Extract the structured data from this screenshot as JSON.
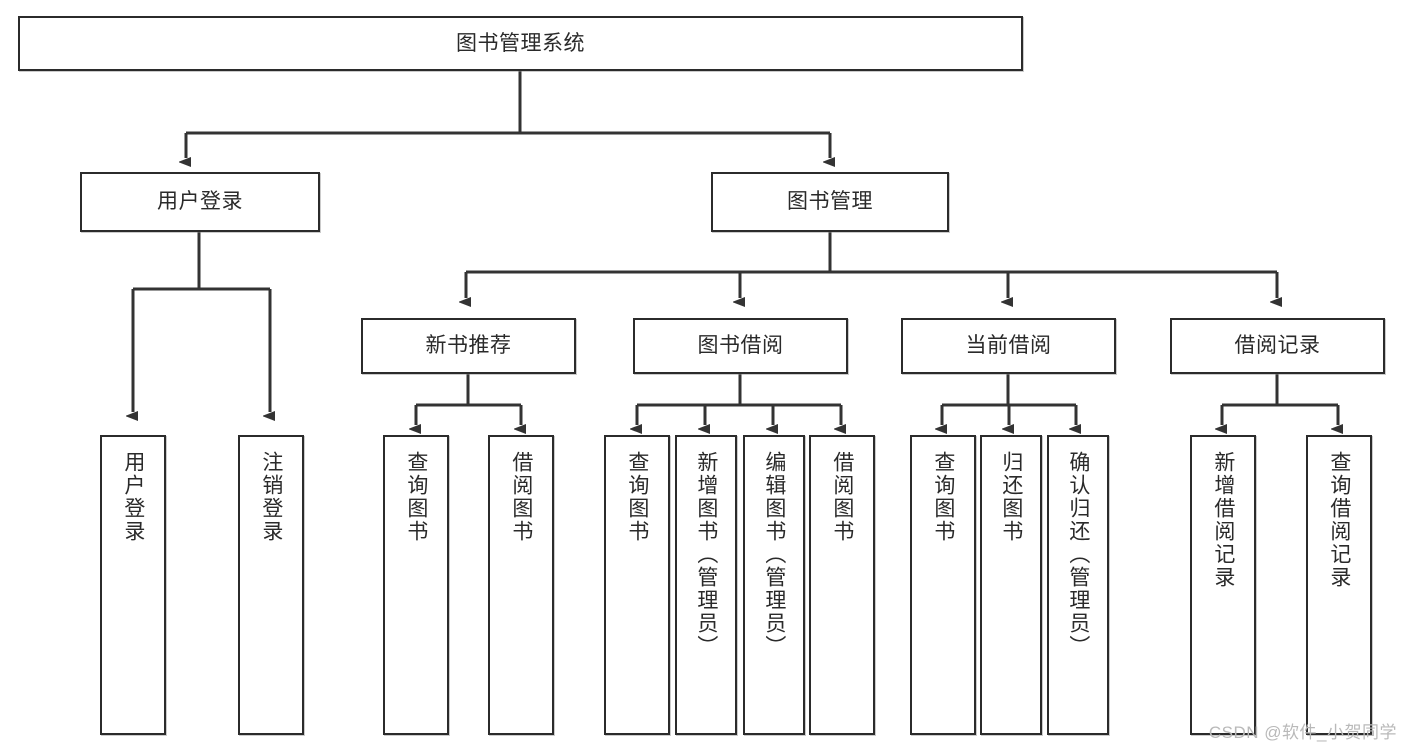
{
  "diagram": {
    "title": "图书管理系统",
    "watermark": "CSDN @软件_小贺同学",
    "root": {
      "id": "root",
      "label": "图书管理系统"
    },
    "level1": [
      {
        "id": "user-login",
        "label": "用户登录"
      },
      {
        "id": "book-management",
        "label": "图书管理"
      }
    ],
    "level2": [
      {
        "id": "new-book-recommend",
        "label": "新书推荐"
      },
      {
        "id": "book-borrow",
        "label": "图书借阅"
      },
      {
        "id": "current-borrow",
        "label": "当前借阅"
      },
      {
        "id": "borrow-record",
        "label": "借阅记录"
      }
    ],
    "leaves": {
      "user_login": [
        {
          "id": "leaf-user-login",
          "label": "用户登录"
        },
        {
          "id": "leaf-logout-login",
          "label": "注销登录"
        }
      ],
      "new_book_recommend": [
        {
          "id": "leaf-query-book-1",
          "label": "查询图书"
        },
        {
          "id": "leaf-borrow-book-1",
          "label": "借阅图书"
        }
      ],
      "book_borrow": [
        {
          "id": "leaf-query-book-2",
          "label": "查询图书"
        },
        {
          "id": "leaf-add-book-admin",
          "label": "新增图书（管理员）"
        },
        {
          "id": "leaf-edit-book-admin",
          "label": "编辑图书（管理员）"
        },
        {
          "id": "leaf-borrow-book-2",
          "label": "借阅图书"
        }
      ],
      "current_borrow": [
        {
          "id": "leaf-query-book-3",
          "label": "查询图书"
        },
        {
          "id": "leaf-return-book",
          "label": "归还图书"
        },
        {
          "id": "leaf-confirm-return-admin",
          "label": "确认归还（管理员）"
        }
      ],
      "borrow_record": [
        {
          "id": "leaf-add-borrow-record",
          "label": "新增借阅记录"
        },
        {
          "id": "leaf-query-borrow-record",
          "label": "查询借阅记录"
        }
      ]
    },
    "colors": {
      "border": "#2b2b2b",
      "text": "#2a2a2a",
      "background": "#ffffff",
      "connector": "#333333",
      "watermark": "#b9b9b9"
    }
  }
}
